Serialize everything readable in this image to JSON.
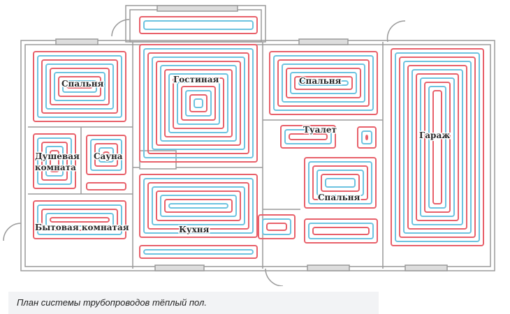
{
  "rooms": {
    "bedroom1": "Спальня",
    "living": "Гостиная",
    "bedroom2": "Спальня",
    "garage": "Гараж",
    "shower": [
      "Душевая",
      "комната"
    ],
    "sauna": "Сауна",
    "toilet": "Туалет",
    "bedroom3": "Спальня",
    "utility": "Бытовая комнатая",
    "kitchen": "Кухня"
  },
  "caption": "План системы трубопроводов тёплый пол.",
  "colors": {
    "supply": "#e8606a",
    "return": "#6cc3e0",
    "wall": "#9a9a9a"
  }
}
